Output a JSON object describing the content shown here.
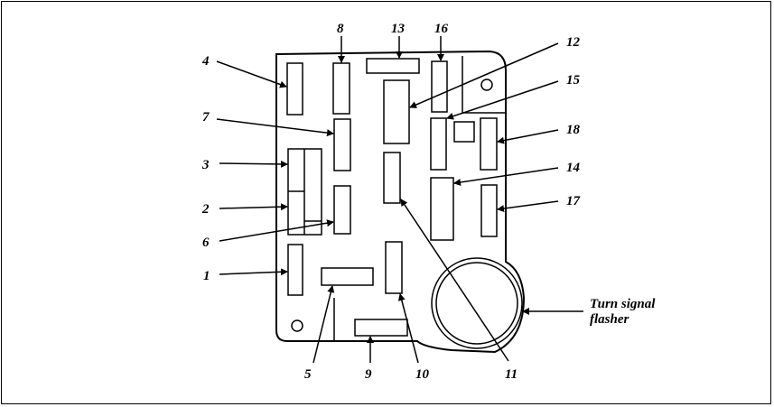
{
  "labels": {
    "n1": "1",
    "n2": "2",
    "n3": "3",
    "n4": "4",
    "n5": "5",
    "n6": "6",
    "n7": "7",
    "n8": "8",
    "n9": "9",
    "n10": "10",
    "n11": "11",
    "n12": "12",
    "n13": "13",
    "n14": "14",
    "n15": "15",
    "n16": "16",
    "n17": "17",
    "n18": "18",
    "flasher_line1": "Turn signal",
    "flasher_line2": "flasher"
  }
}
